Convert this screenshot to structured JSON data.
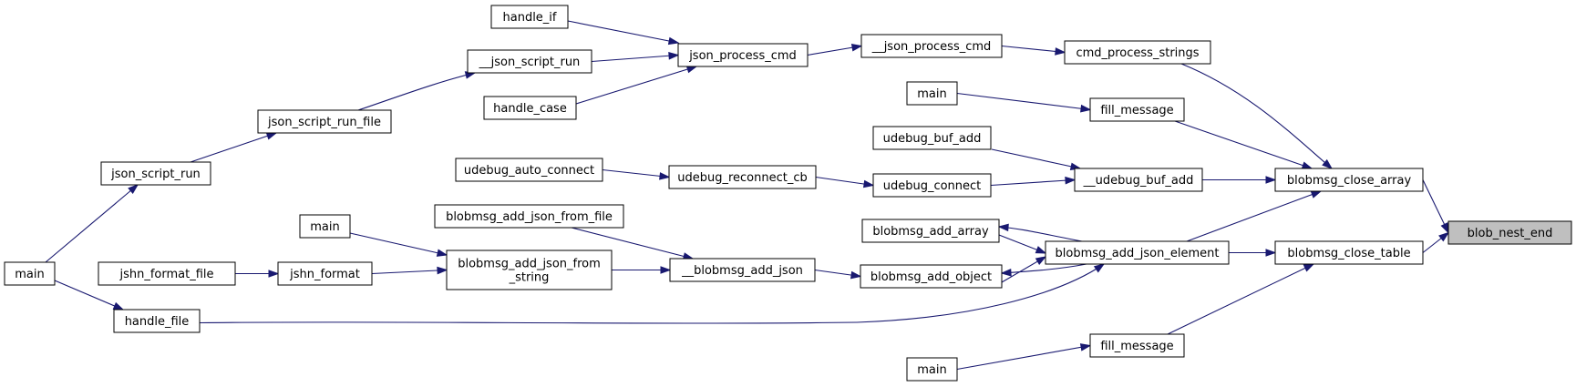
{
  "graph": {
    "nodes": [
      {
        "id": "blob_nest_end",
        "lines": [
          "blob_nest_end"
        ],
        "highlight": true
      },
      {
        "id": "blobmsg_close_array",
        "lines": [
          "blobmsg_close_array"
        ]
      },
      {
        "id": "blobmsg_close_table",
        "lines": [
          "blobmsg_close_table"
        ]
      },
      {
        "id": "cmd_process_strings",
        "lines": [
          "cmd_process_strings"
        ]
      },
      {
        "id": "fill_message_a",
        "lines": [
          "fill_message"
        ]
      },
      {
        "id": "udebug_buf_add_internal",
        "lines": [
          "__udebug_buf_add"
        ]
      },
      {
        "id": "blobmsg_add_json_element",
        "lines": [
          "blobmsg_add_json_element"
        ]
      },
      {
        "id": "fill_message_b",
        "lines": [
          "fill_message"
        ]
      },
      {
        "id": "json_process_cmd_internal",
        "lines": [
          "__json_process_cmd"
        ]
      },
      {
        "id": "main_a",
        "lines": [
          "main"
        ]
      },
      {
        "id": "udebug_buf_add",
        "lines": [
          "udebug_buf_add"
        ]
      },
      {
        "id": "udebug_connect",
        "lines": [
          "udebug_connect"
        ]
      },
      {
        "id": "blobmsg_add_array",
        "lines": [
          "blobmsg_add_array"
        ]
      },
      {
        "id": "blobmsg_add_object",
        "lines": [
          "blobmsg_add_object"
        ]
      },
      {
        "id": "main_b",
        "lines": [
          "main"
        ]
      },
      {
        "id": "json_process_cmd",
        "lines": [
          "json_process_cmd"
        ]
      },
      {
        "id": "udebug_reconnect_cb",
        "lines": [
          "udebug_reconnect_cb"
        ]
      },
      {
        "id": "blobmsg_add_json_internal",
        "lines": [
          "__blobmsg_add_json"
        ]
      },
      {
        "id": "handle_if",
        "lines": [
          "handle_if"
        ]
      },
      {
        "id": "json_script_run_internal",
        "lines": [
          "__json_script_run"
        ]
      },
      {
        "id": "handle_case",
        "lines": [
          "handle_case"
        ]
      },
      {
        "id": "udebug_auto_connect",
        "lines": [
          "udebug_auto_connect"
        ]
      },
      {
        "id": "blobmsg_add_json_from_file",
        "lines": [
          "blobmsg_add_json_from_file"
        ]
      },
      {
        "id": "blobmsg_add_json_from_string",
        "lines": [
          "blobmsg_add_json_from",
          "_string"
        ]
      },
      {
        "id": "json_script_run_file",
        "lines": [
          "json_script_run_file"
        ]
      },
      {
        "id": "main_c",
        "lines": [
          "main"
        ]
      },
      {
        "id": "jshn_format",
        "lines": [
          "jshn_format"
        ]
      },
      {
        "id": "json_script_run",
        "lines": [
          "json_script_run"
        ]
      },
      {
        "id": "jshn_format_file",
        "lines": [
          "jshn_format_file"
        ]
      },
      {
        "id": "main_d",
        "lines": [
          "main"
        ]
      },
      {
        "id": "handle_file",
        "lines": [
          "handle_file"
        ]
      }
    ],
    "edges": [
      {
        "from": "blobmsg_close_array",
        "to": "blob_nest_end"
      },
      {
        "from": "blobmsg_close_table",
        "to": "blob_nest_end"
      },
      {
        "from": "cmd_process_strings",
        "to": "blobmsg_close_array"
      },
      {
        "from": "fill_message_a",
        "to": "blobmsg_close_array"
      },
      {
        "from": "udebug_buf_add_internal",
        "to": "blobmsg_close_array"
      },
      {
        "from": "blobmsg_add_json_element",
        "to": "blobmsg_close_array"
      },
      {
        "from": "blobmsg_add_json_element",
        "to": "blobmsg_close_table"
      },
      {
        "from": "fill_message_b",
        "to": "blobmsg_close_table"
      },
      {
        "from": "json_process_cmd_internal",
        "to": "cmd_process_strings"
      },
      {
        "from": "main_a",
        "to": "fill_message_a"
      },
      {
        "from": "udebug_buf_add",
        "to": "udebug_buf_add_internal"
      },
      {
        "from": "udebug_connect",
        "to": "udebug_buf_add_internal"
      },
      {
        "from": "blobmsg_add_array",
        "to": "blobmsg_add_json_element"
      },
      {
        "from": "blobmsg_add_json_element",
        "to": "blobmsg_add_array"
      },
      {
        "from": "blobmsg_add_object",
        "to": "blobmsg_add_json_element"
      },
      {
        "from": "blobmsg_add_json_element",
        "to": "blobmsg_add_object"
      },
      {
        "from": "handle_file",
        "to": "blobmsg_add_json_element"
      },
      {
        "from": "main_b",
        "to": "fill_message_b"
      },
      {
        "from": "json_process_cmd",
        "to": "json_process_cmd_internal"
      },
      {
        "from": "udebug_reconnect_cb",
        "to": "udebug_connect"
      },
      {
        "from": "blobmsg_add_json_internal",
        "to": "blobmsg_add_object"
      },
      {
        "from": "handle_if",
        "to": "json_process_cmd"
      },
      {
        "from": "json_script_run_internal",
        "to": "json_process_cmd"
      },
      {
        "from": "handle_case",
        "to": "json_process_cmd"
      },
      {
        "from": "udebug_auto_connect",
        "to": "udebug_reconnect_cb"
      },
      {
        "from": "blobmsg_add_json_from_file",
        "to": "blobmsg_add_json_internal"
      },
      {
        "from": "blobmsg_add_json_from_string",
        "to": "blobmsg_add_json_internal"
      },
      {
        "from": "json_script_run_file",
        "to": "json_script_run_internal"
      },
      {
        "from": "main_c",
        "to": "blobmsg_add_json_from_string"
      },
      {
        "from": "jshn_format",
        "to": "blobmsg_add_json_from_string"
      },
      {
        "from": "json_script_run",
        "to": "json_script_run_file"
      },
      {
        "from": "jshn_format_file",
        "to": "jshn_format"
      },
      {
        "from": "main_d",
        "to": "json_script_run"
      },
      {
        "from": "main_d",
        "to": "handle_file"
      }
    ]
  }
}
